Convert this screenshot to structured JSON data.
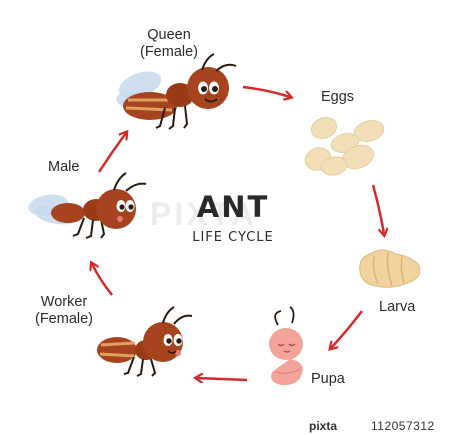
{
  "title": {
    "main": "ANT",
    "sub": "LIFE CYCLE"
  },
  "watermark": "PIXTA",
  "stages": {
    "queen": {
      "line1": "Queen",
      "line2": "(Female)"
    },
    "eggs": {
      "label": "Eggs"
    },
    "larva": {
      "label": "Larva"
    },
    "pupa": {
      "label": "Pupa"
    },
    "worker": {
      "line1": "Worker",
      "line2": "(Female)"
    },
    "male": {
      "label": "Male"
    }
  },
  "footer": {
    "brand": "pixta",
    "id": "112057312"
  },
  "colors": {
    "arrow": "#d62a2a",
    "ant_body": "#a8431f",
    "ant_dark": "#7a2b12",
    "egg": "#f2dfb8",
    "larva": "#f0d3a0",
    "pupa": "#f3a49a",
    "wing": "#c7d9ec"
  }
}
